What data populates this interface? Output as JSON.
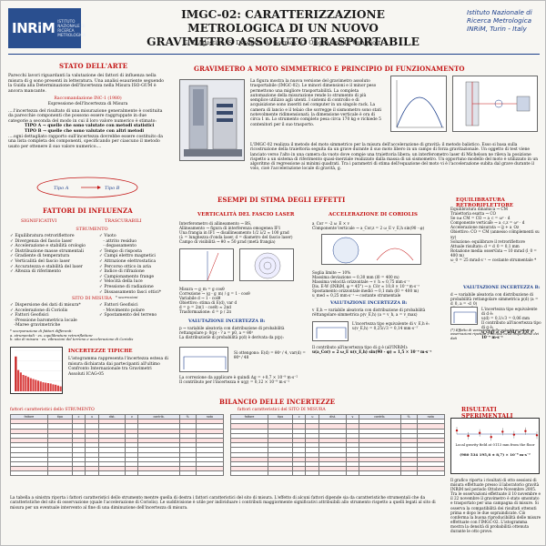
{
  "header": {
    "logo_text": "INRiM",
    "logo_sub": "ISTITUTO NAZIONALE DI RICERCA METROLOGICA",
    "title_line1": "IMGC-02: CARATTERIZZAZIONE METROLOGICA DI UN NUOVO",
    "title_line2": "GRAVIMETRO ASSOLUTO TRASPORTABILE",
    "authors": "G. D'Agostino, S. Desogus, A. Germak, C. Origlia and D. Quagliotti",
    "institute_line1": "Istituto Nazionale di",
    "institute_line2": "Ricerca Metrologica",
    "institute_line3": "INRiM, Turin - Italy"
  },
  "stato": {
    "heading": "STATO DELL'ARTE",
    "p1": "Parecchi lavori riguardanti la valutazione dei fattori di influenza nella misura di g sono presenti in letteratura. Una analisi esauriente seguendo la Guida alla Determinazione dell'Incertezza nella Misura ISO-GUM è ancora mancante.",
    "rec_title": "Raccomandazione INC-1 (1980)",
    "rec_sub": "Espressione dell'Incertezza di Misura",
    "p2": "....l'incertezza del risultato di una misurazione generalmente è costituita da parecchie componenti che possono essere raggruppate in due categorie a seconda del modo in cui il loro valore numerico è stimato:",
    "tipo_a": "TIPO A → quelle che sono valutate con metodi statistici",
    "tipo_b": "TIPO B → quelle che sono valutate con altri metodi",
    "p3": "....ogni dettagliato rapporto sull'incertezza dovrebbe essere costituito da una lista completa dei componenti, specificando per ciascuno il metodo usato per ottenere il suo valore numerico....",
    "tipo_a_label": "Tipo A",
    "tipo_b_label": "Tipo B"
  },
  "fattori": {
    "heading": "FATTORI DI INFLUENZA",
    "col1": "SIGNIFICATIVI",
    "col2": "TRASCURABILI",
    "strumento_heading": "STRUMENTO",
    "sig": [
      "Equilibratura retroriflettore",
      "Divergenza del fascio laser",
      "Accelerazione e stabilità orologio",
      "Distribuzione masse strumentali",
      "Gradiente di temperatura",
      "Verticalità del fascio laser",
      "Accuratezza e stabilità del laser",
      "Altezza di riferimento"
    ],
    "tra": [
      "Vuoto",
      "- attrito residuo",
      "- degassamento",
      "Tempo di risposta",
      "Campi elettro magnetici",
      "Attrazione elettrostatica",
      "Percorso ottico in aria",
      "Indice di rifrazione",
      "Campionamento frange",
      "Velocità della luce",
      "Pressione di radiazione",
      "Dissassamento fasci ottici*"
    ],
    "tra_note": "* scorrezioni",
    "sito_heading": "SITO DI MISURA",
    "sito_sig": [
      "Dispersione dei dati di misura*",
      "Accelerazione di Coriolis",
      "Fattori Geofisici",
      "-Pressione barometrica locale",
      "-Maree gravimetriche"
    ],
    "sito_tra": [
      "Fattori Geofisici",
      "- Movimento polare",
      "Spostamento del terreno"
    ],
    "sito_note1": "* scorporazione di fattori differenti:",
    "sito_note2": "a. strumentali - es. equilibratura retroriflettore",
    "sito_note3": "b. sito di misura - es. vibrazioni del terreno e accelerazione di Coriolis"
  },
  "incertezze_tipiche": {
    "heading": "INCERTEZZE TIPICHE",
    "text": "L'istogramma rappresenta l'incertezza estesa di misura dichiarata dai partecipanti all'ultimo Confronto Internazionale tra Gravimetri Assoluti ICAG-05"
  },
  "gravimetro": {
    "heading": "GRAVIMETRO A MOTO SIMMETRICO E PRINCIPIO DI FUNZIONAMENTO",
    "p1": "La figura mostra la nuova versione del gravimetro assoluto trasportabile (IMGC-02). Le minori dimensioni e il minor peso permettono una migliore trasportabilità. La completa automazione della misurazione rende lo strumento di più semplice utilizzo agli utenti. I sistemi di controllo e di acquisizione sono inseriti nel computer in un singolo rack. La camera di lancio e il telaio che sorregge il sismometro sono stati notevolmente ridimensionati; la dimensione verticale è ora di circa 1 m. Lo strumento completo pesa circa 170 kg e richiede 5 contenitori per il suo trasporto.",
    "p2": "L'IMGC-02 realizza il metodo del moto simmetrico per la misura dell'accelerazione di gravità: il metodo balistico. Esso si basa sulla ricostruzione della traiettoria seguita da un grave durante il suo moto libero in un campo di forza gravitazionale. Un oggetto di test viene lanciato verso l'alto in una camera da vuoto dove compie una traiettoria libera; un interferometro laser di Michelson ne rileva la posizione rispetto a un sistema di riferimento quasi-inerziale realizzato dalla massa di un sismometro. Un opportuno modello del moto è utilizzato in un algoritmo di regressione ai minimi quadrati. Tra i parametri di stima dell'equazione del moto vi è l'accelerazione subita dal grave durante il volo, cioè l'accelerazione locale di gravità, g."
  },
  "esempi": {
    "heading": "ESEMPI DI STIMA DEGLI EFFETTI"
  },
  "verticalita": {
    "heading": "VERTICALITÀ DEL FASCIO LASER",
    "lines": [
      "Interferometro di allineamento → BS,",
      "Allineamento → figura di interferenza omogenea IF1",
      "Una frangia in IF1 → disallineamento 1/2 λ/2 ≈ 100 µrad",
      "(λ = lunghezza d'onda laser, d = diametro del fascio laser)",
      "Campo di visibilità → θ0 ≈ 50 µrad (metà frangia)"
    ],
    "misura": "Misura → g_m = g cosθ",
    "correzione": "Correzione → (g - g_m) / g = 1 - cosθ",
    "variabile": "Variabile d → 1 - cosθ",
    "obiettivo": "Obiettivo: stima di E(d), var d",
    "d_eq": "d = p = 2π(1 - cosθ) ≈ 2πd",
    "trasformazione": "Trasformazione: d = p / 2π",
    "val_heading": "VALUTAZIONE INCERTEZZA B:",
    "val_text": "p → variabile aleatoria con distribuzione di probabilità rettangolare p_0(p) - ? a = p0, a = θ0²",
    "val_text2": "La distribuzione di probabilità p(d) è derivata da p(p):",
    "stime": "Si ottengono: E(d) = θ0² / 4, var(d) = θ0⁴ / 48",
    "correction": "La correzione da applicare è quindi Δg = +0,7 × 10⁻⁹ m·s⁻²",
    "contrib": "Il contributo per l'incertezza è u(g) = 0,12 × 10⁻⁹ m·s⁻²"
  },
  "coriolis": {
    "heading": "ACCELERAZIONE DI CORIOLIS",
    "eq1": "a_Cor = -2 ω_E × v",
    "eq2": "Componente verticale → a_Cor,z = 2 ω_E v_E,h sin(90 - φ)",
    "sogliola": "Soglia limite → 10%",
    "massima_dev": "Massima deviazione → 0,30 mm (l0 = 400 m)",
    "massima_vel": "Massima velocità orizzontale → v_h ≈ 0,75 mm·s⁻¹",
    "dist": "Dis. E-W (INRiM, φ = 45°) → a_Cor ≈ 10,8 × 10⁻⁹ m·s⁻²",
    "spost": "Spostamento orizzontale medio → 0,1 mm (l0 = 400 m)",
    "u_med": "u_med ≈ 0,25 mm·s⁻¹ → costante strumentale",
    "val_heading": "VALUTAZIONE INCERTEZZA B:",
    "val_text": "v_E,h → variabile aleatoria con distribuzione di probabilità rettangolare simmetrica p(v_E,h) (a = v_h, a = v_max)",
    "unc1": "L'incertezza tipo equivalente di v_E,h è: u(v_E,h) = 0,25/√3 = 0,14 mm·s⁻¹",
    "unc2": "Il contributo all'incertezza tipo di g è (all'INRiM):",
    "unc3": "u(a_Cor) = 2 ω_E u(v_E,h) sin(90 - φ) = 1,5 × 10⁻⁹ m·s⁻²"
  },
  "equilibratura": {
    "heading": "EQUILIBRATURA RETRORIFLETTORE",
    "lines": [
      "Equilibratura dinamica → CM",
      "Traiettoria esatta → CO",
      "Se o≠ CM = CO → a_c = ω² · d",
      "Componente verticale → a_c,z = ω² · d",
      "Accelerazione misurata → g + a_Oz",
      "Obiettivo: CO = CM (annesso complementi su xy)",
      "Soluzione: equilibrare il retroriflettore",
      "Attuale risultato: d = d_0 = 0,1 mm",
      "Rotazione media osservata → 10 mrad (l_0 = 400 m)",
      "ω_0 = 25 mrad·s⁻¹ → costante strumentale *"
    ],
    "val_heading": "VALUTAZIONE INCERTEZZA B:",
    "val_text": "d → variabile aleatoria con distribuzione di probabilità rettangolare simmetrica p(d) (a = d_0, a = -d_0)",
    "unc1": "L'incertezza tipo equivalente di d è:",
    "unc2": "u(d) = 0,1/√3 = 0,06 mm",
    "unc3": "Il contributo all'incertezza tipo di g è:",
    "unc4": "u_c(g) = ω² u(d) = 3,6 × 10⁻⁹ m·s⁻²",
    "note": "(*) Effetto di variazione della velocità angolare in osservazioni ripetute è incluso nella dispersione dei dati"
  },
  "risultati": {
    "heading": "RISULTATI SPERIMENTALI",
    "legend": "Local gravity field at 0113 mm from the floor",
    "value": "(980 534 195,8 ± 8,7) × 10⁻⁸ m·s⁻²",
    "text": "Il grafico riporta i risultati di otto sessioni di misura effettuate presso il laboratorio gravità INRiM nel periodo Ottobre-Novembre 2005. Tra le osservazioni effettuate il 10 novembre e il 22 novembre il gravimetro è stato smontato e trasportato per una campagna di misure. Si osserva la compatibilità dei risultati ottenuti prima e dopo le due sopraindicate. Ciò conferma la buona riproducibilità delle misure effettuate con l'IMGC-02. L'istogramma mostra la densità di probabilità ottenuta durante le otto prove."
  },
  "bilancio": {
    "heading": "BILANCIO DELLE INCERTEZZE",
    "strumento_title": "fattori caratteristici dello STRUMENTO",
    "sito_title": "fattori caratteristici del SITO DI MISURA",
    "footer": "La tabella a sinistra riporta i fattori caratteristici dello strumento mentre quella di destra i fattori caratteristici del sito di misura. L'effetto di alcuni fattori dipende sia da caratteristiche strumentali che da caratteristiche del sito di osservazione (quale l'accelerazione di Coriolis). Le suddivisione è utile per individuare i contributi maggiormente significativi attribuibili allo strumento rispetto a quelli legati al sito di misura per un eventuale intervento al fine di una diminuzione dell'incertezza di misura."
  },
  "chart_data": [
    {
      "type": "bar",
      "title": "",
      "categories": [
        "1",
        "2",
        "3",
        "4",
        "5",
        "6",
        "7",
        "8",
        "9",
        "10",
        "11",
        "12",
        "13",
        "14",
        "15",
        "16",
        "17",
        "18",
        "19"
      ],
      "values": [
        8.5,
        5.2,
        4.6,
        4.0,
        3.8,
        3.5,
        3.2,
        3.0,
        2.8,
        2.6,
        2.4,
        2.2,
        2.1,
        2.0,
        1.9,
        1.7,
        1.6,
        1.4,
        1.2
      ],
      "ylim": [
        0,
        10
      ],
      "xlabel": "",
      "ylabel": ""
    },
    {
      "type": "scatter",
      "title": "",
      "x": [
        1,
        2,
        3,
        4,
        5,
        6,
        7,
        8
      ],
      "y": [
        6,
        -3,
        2,
        -5,
        4,
        -1,
        5,
        -2
      ],
      "ylim": [
        -20,
        20
      ],
      "xlabel": "",
      "ylabel": ""
    }
  ]
}
